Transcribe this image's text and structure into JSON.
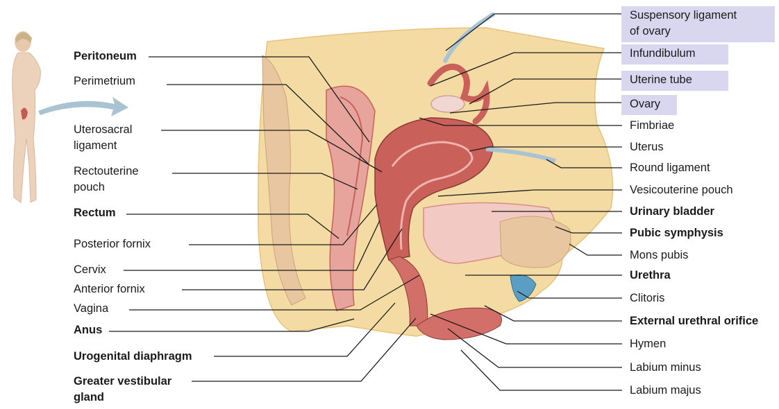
{
  "colors": {
    "highlight": "#d9d6ef",
    "leader_line": "#1a1a1a",
    "uterus": "#c9605a",
    "fat": "#f4dba4",
    "bone": "#e8c7a0",
    "mucosa": "#e7a49c"
  },
  "icons": {
    "figure": "female-figure-icon",
    "arrow": "view-direction-arrow-icon"
  },
  "left_labels": [
    {
      "id": "peritoneum",
      "text": "Peritoneum",
      "bold": true
    },
    {
      "id": "perimetrium",
      "text": "Perimetrium",
      "bold": false
    },
    {
      "id": "uterosacral-ligament",
      "text": "Uterosacral\nligament",
      "bold": false
    },
    {
      "id": "rectouterine-pouch",
      "text": "Rectouterine\npouch",
      "bold": false
    },
    {
      "id": "rectum",
      "text": "Rectum",
      "bold": true
    },
    {
      "id": "posterior-fornix",
      "text": "Posterior fornix",
      "bold": false
    },
    {
      "id": "cervix",
      "text": "Cervix",
      "bold": false
    },
    {
      "id": "anterior-fornix",
      "text": "Anterior fornix",
      "bold": false
    },
    {
      "id": "vagina",
      "text": "Vagina",
      "bold": false
    },
    {
      "id": "anus",
      "text": "Anus",
      "bold": true
    },
    {
      "id": "urogenital-diaphragm",
      "text": "Urogenital diaphragm",
      "bold": true
    },
    {
      "id": "greater-vestibular-gland",
      "text": "Greater vestibular\ngland",
      "bold": true
    }
  ],
  "right_labels": [
    {
      "id": "suspensory-ligament",
      "text": "Suspensory ligament\nof ovary",
      "bold": false,
      "highlight": true
    },
    {
      "id": "infundibulum",
      "text": "Infundibulum",
      "bold": false,
      "highlight": true
    },
    {
      "id": "uterine-tube",
      "text": "Uterine tube",
      "bold": false,
      "highlight": true
    },
    {
      "id": "ovary",
      "text": "Ovary",
      "bold": false,
      "highlight": true
    },
    {
      "id": "fimbriae",
      "text": "Fimbriae",
      "bold": false,
      "highlight": false
    },
    {
      "id": "uterus",
      "text": "Uterus",
      "bold": false,
      "highlight": false
    },
    {
      "id": "round-ligament",
      "text": "Round ligament",
      "bold": false,
      "highlight": false
    },
    {
      "id": "vesicouterine-pouch",
      "text": "Vesicouterine pouch",
      "bold": false,
      "highlight": false
    },
    {
      "id": "urinary-bladder",
      "text": "Urinary bladder",
      "bold": true,
      "highlight": false
    },
    {
      "id": "pubic-symphysis",
      "text": "Pubic symphysis",
      "bold": true,
      "highlight": false
    },
    {
      "id": "mons-pubis",
      "text": "Mons pubis",
      "bold": false,
      "highlight": false
    },
    {
      "id": "urethra",
      "text": "Urethra",
      "bold": true,
      "highlight": false
    },
    {
      "id": "clitoris",
      "text": "Clitoris",
      "bold": false,
      "highlight": false
    },
    {
      "id": "external-urethral-orifice",
      "text": "External urethral orifice",
      "bold": true,
      "highlight": false
    },
    {
      "id": "hymen",
      "text": "Hymen",
      "bold": false,
      "highlight": false
    },
    {
      "id": "labium-minus",
      "text": "Labium minus",
      "bold": false,
      "highlight": false
    },
    {
      "id": "labium-majus",
      "text": "Labium majus",
      "bold": false,
      "highlight": false
    }
  ]
}
